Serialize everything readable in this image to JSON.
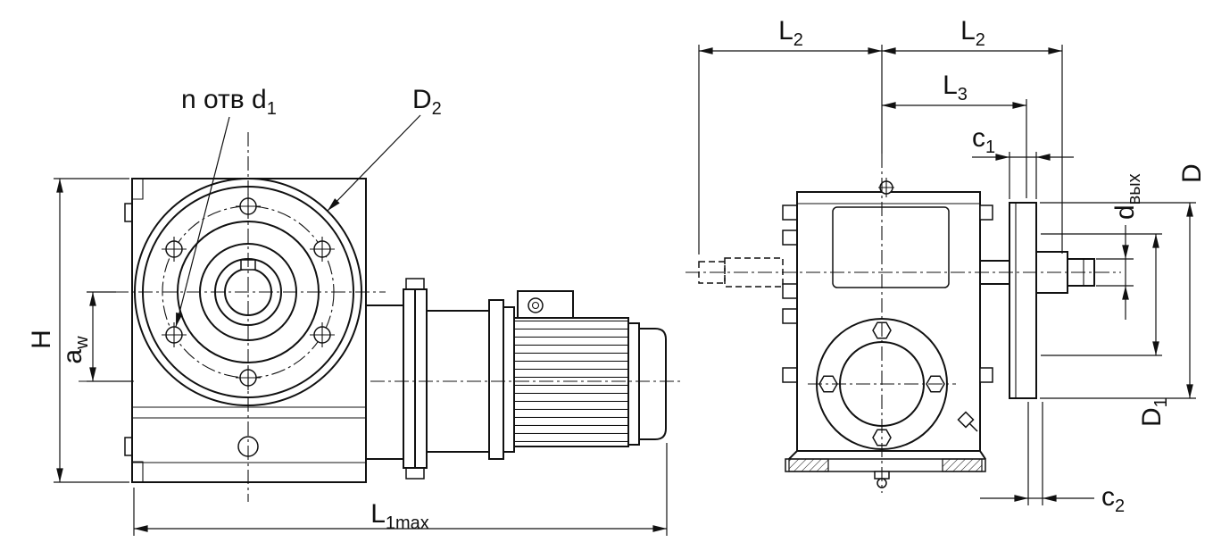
{
  "drawing": {
    "kind": "worm-gear-reducer-two-view",
    "colors": {
      "line": "#111111",
      "background": "#ffffff"
    },
    "front_view": {
      "labels": {
        "holes": {
          "base": "n отв d",
          "sub": "1"
        },
        "d2": {
          "base": "D",
          "sub": "2"
        },
        "height": {
          "base": "H",
          "sub": ""
        },
        "aw": {
          "base": "a",
          "sub": "w"
        },
        "l1max": {
          "base": "L",
          "sub": "1max"
        }
      }
    },
    "side_view": {
      "labels": {
        "l2_left": {
          "base": "L",
          "sub": "2"
        },
        "l2_right": {
          "base": "L",
          "sub": "2"
        },
        "l3": {
          "base": "L",
          "sub": "3"
        },
        "c1": {
          "base": "c",
          "sub": "1"
        },
        "d_out": {
          "base": "d",
          "sub": "вых"
        },
        "d_flange": {
          "base": "D",
          "sub": ""
        },
        "d1": {
          "base": "D",
          "sub": "1"
        },
        "c2": {
          "base": "c",
          "sub": "2"
        }
      }
    }
  }
}
